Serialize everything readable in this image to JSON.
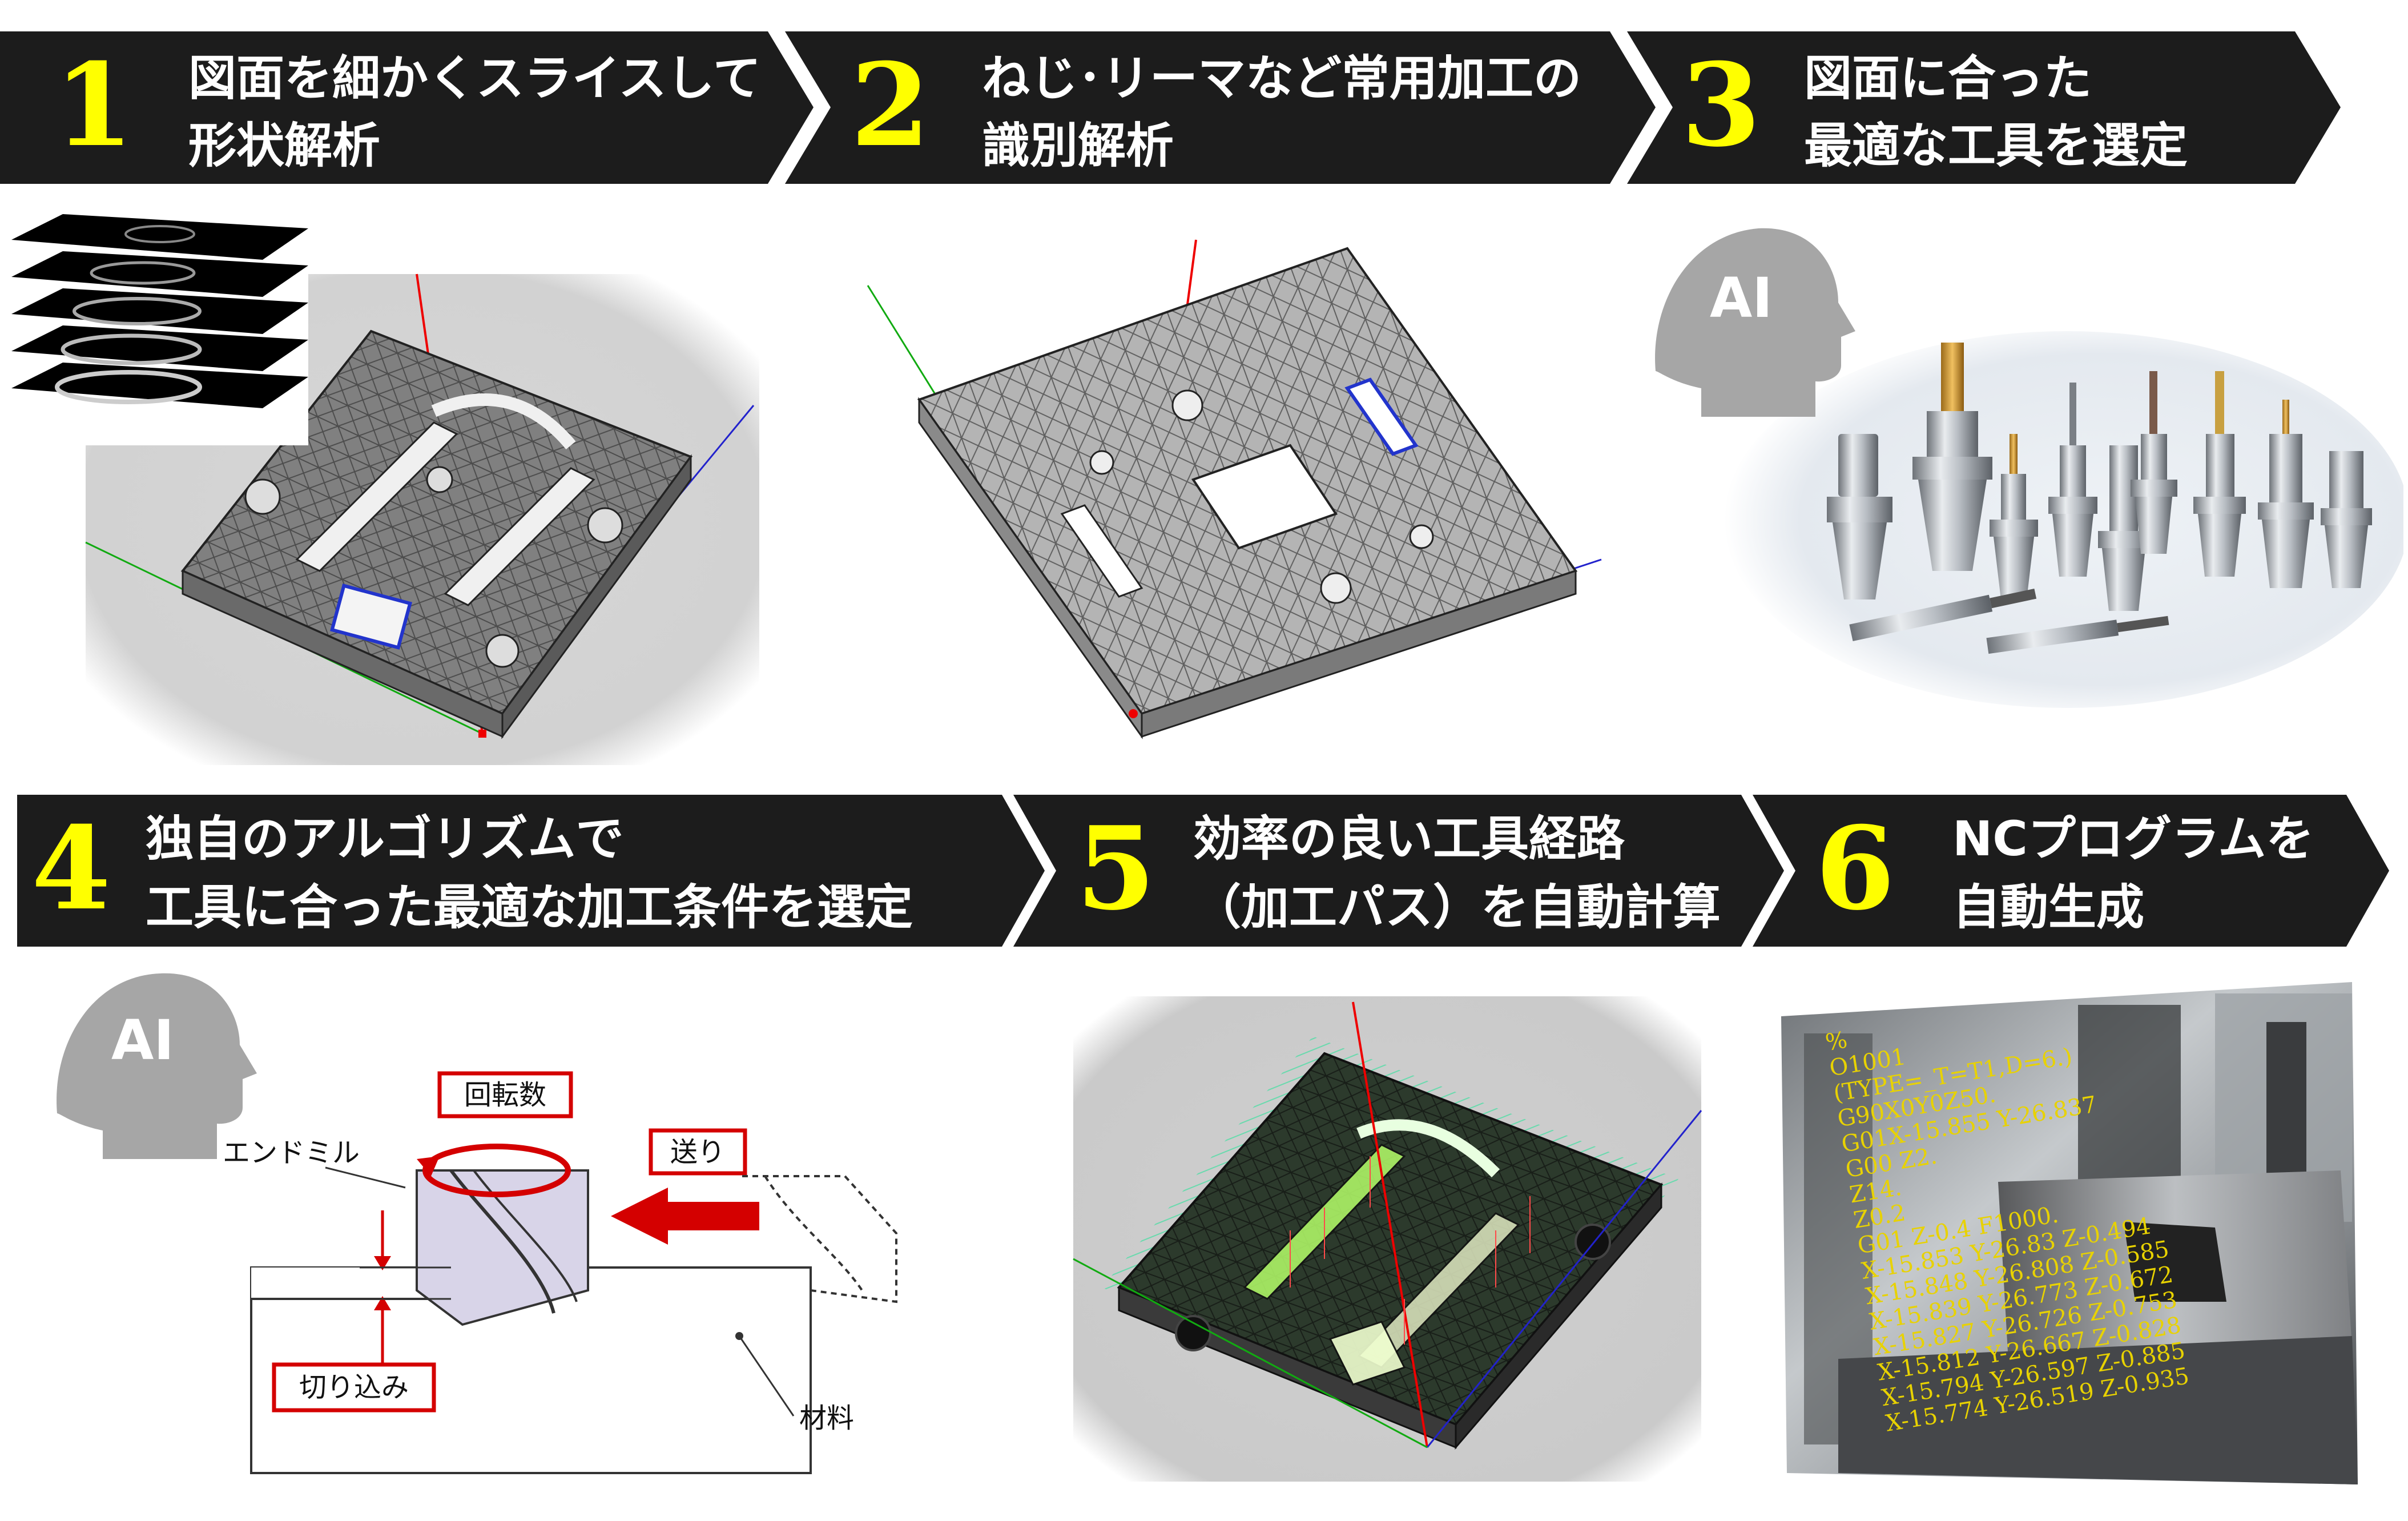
{
  "steps": [
    {
      "num": "1",
      "line1": "図面を細かくスライスして",
      "line2": "形状解析"
    },
    {
      "num": "2",
      "line1": "ねじ･リーマなど常用加工の",
      "line2": "識別解析"
    },
    {
      "num": "3",
      "line1": "図面に合った",
      "line2": "最適な工具を選定"
    },
    {
      "num": "4",
      "line1": "独自のアルゴリズムで",
      "line2": "工具に合った最適な加工条件を選定"
    },
    {
      "num": "5",
      "line1": "効率の良い工具経路",
      "line2": "（加工パス）を自動計算"
    },
    {
      "num": "6",
      "line1": "NCプログラムを",
      "line2": "自動生成"
    }
  ],
  "ai_badge": "AI",
  "cutting_diagram": {
    "rpm": "回転数",
    "feed": "送り",
    "endmill": "エンドミル",
    "depth": "切り込み",
    "material": "材料"
  },
  "nc_code": [
    "%",
    "O1001",
    "(TYPE=_T=T1,D=6.)",
    "G90X0Y0Z50.",
    "G01X-15.855 Y-26.837",
    "G00 Z2.",
    "Z14.",
    "Z0.2",
    "G01 Z-0.4 F1000.",
    "X-15.853 Y-26.83 Z-0.494",
    "X-15.848 Y-26.808 Z-0.585",
    "X-15.839 Y-26.773 Z-0.672",
    "X-15.827 Y-26.726 Z-0.753",
    "X-15.812 Y-26.667 Z-0.828",
    "X-15.794 Y-26.597 Z-0.885",
    "X-15.774 Y-26.519 Z-0.935"
  ],
  "colors": {
    "banner": "#1c1c1c",
    "number": "#ffff00",
    "caption": "#ffffff",
    "ai_head": "#a6a6a6",
    "accent_red": "#d40000"
  }
}
